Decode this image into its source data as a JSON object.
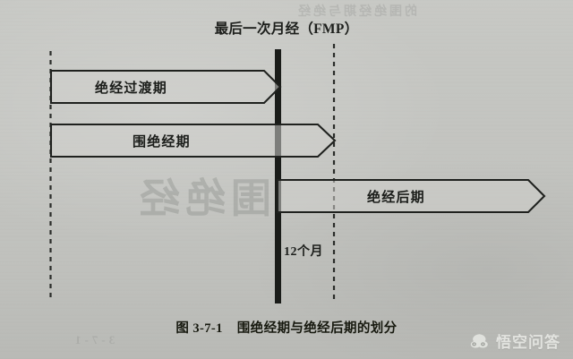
{
  "page": {
    "background_color": "#c3c4c0",
    "ink_color": "#1b1d1a"
  },
  "title": "最后一次月经（FMP）",
  "timeline": {
    "fmp_marker_label": "最后一次月经（FMP）",
    "interval_label": "12个月",
    "left_boundary_name": "left-dashed-boundary",
    "right_boundary_name": "right-dashed-boundary",
    "fmp_bar_name": "fmp-vertical-bar"
  },
  "stages": [
    {
      "id": "menopausal-transition",
      "label": "绝经过渡期",
      "starts_at": "left-dashed-boundary",
      "ends_at": "fmp-vertical-bar"
    },
    {
      "id": "perimenopause",
      "label": "围绝经期",
      "starts_at": "left-dashed-boundary",
      "ends_at": "right-dashed-boundary"
    },
    {
      "id": "postmenopause",
      "label": "绝经后期",
      "starts_at": "fmp-vertical-bar",
      "ends_at": "open-ended"
    }
  ],
  "caption": {
    "figure_number": "图 3-7-1",
    "text": "围绝经期与绝经后期的划分"
  },
  "watermark": {
    "text": "悟空问答",
    "icon": "wukong-logo-icon"
  },
  "bleed_through": {
    "main": "围绝经",
    "top": "的围绝经期与绝经",
    "bottom": "3-7-1"
  }
}
